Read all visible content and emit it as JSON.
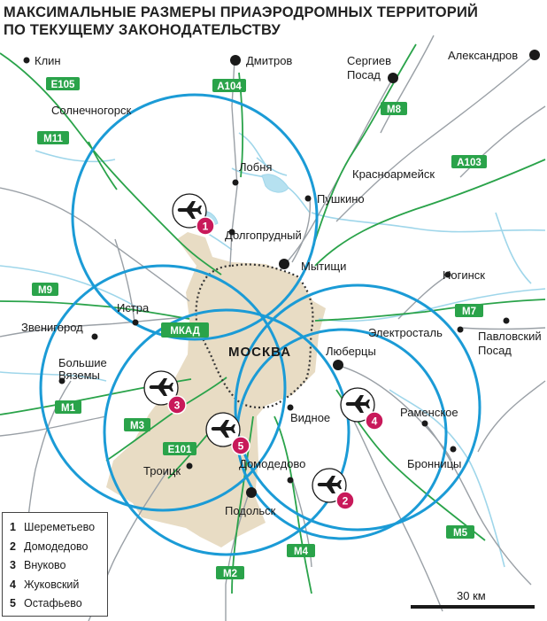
{
  "title": {
    "line1": "МАКСИМАЛЬНЫЕ РАЗМЕРЫ ПРИАЭРОДРОМНЫХ ТЕРРИТОРИЙ",
    "line2": "ПО ТЕКУЩЕМУ ЗАКОНОДАТЕЛЬСТВУ"
  },
  "colors": {
    "circle": "#1b9bd6",
    "moscow_fill": "#e8dcc4",
    "highway": "#2aa34a",
    "road": "#9aa0a6",
    "water": "#9fd6ea",
    "airport_badge": "#c8195a",
    "mkad": "#333333"
  },
  "moscow_label": "МОСКВА",
  "cities": {
    "klin": "Клин",
    "dmitrov": "Дмитров",
    "sergiev_posad_1": "Сергиев",
    "sergiev_posad_2": "Посад",
    "aleksandrov": "Александров",
    "solnechnogorsk": "Солнечногорск",
    "lobnya": "Лобня",
    "krasnoarmeysk": "Красноармейск",
    "pushkino": "Пушкино",
    "dolgoprudny": "Долгопрудный",
    "mytishchi": "Мытищи",
    "noginsk": "Ногинск",
    "istra": "Истра",
    "zvenigorod": "Звенигород",
    "elektrostal": "Электросталь",
    "pavlovsky_posad_1": "Павловский",
    "pavlovsky_posad_2": "Посад",
    "lyubertsy": "Люберцы",
    "bolshie_vyazemy_1": "Большие",
    "bolshie_vyazemy_2": "Вяземы",
    "vidnoe": "Видное",
    "ramenskoe": "Раменское",
    "troitsk": "Троицк",
    "domodedovo": "Домодедово",
    "bronnitsy": "Бронницы",
    "podolsk": "Подольск"
  },
  "roads": {
    "e105": "E105",
    "a104": "A104",
    "m8": "M8",
    "m11": "M11",
    "a103": "A103",
    "m9": "M9",
    "m7": "M7",
    "mkad": "МКАД",
    "m1": "M1",
    "m3": "M3",
    "e101": "E101",
    "m5": "M5",
    "m4": "M4",
    "m2": "M2"
  },
  "airports": [
    {
      "number": "1",
      "name": "Шереметьево"
    },
    {
      "number": "2",
      "name": "Домодедово"
    },
    {
      "number": "3",
      "name": "Внуково"
    },
    {
      "number": "4",
      "name": "Жуковский"
    },
    {
      "number": "5",
      "name": "Остафьево"
    }
  ],
  "icons": {
    "airport": "airplane-icon",
    "city": "city-dot-icon"
  },
  "scale": {
    "label": "30 км"
  }
}
